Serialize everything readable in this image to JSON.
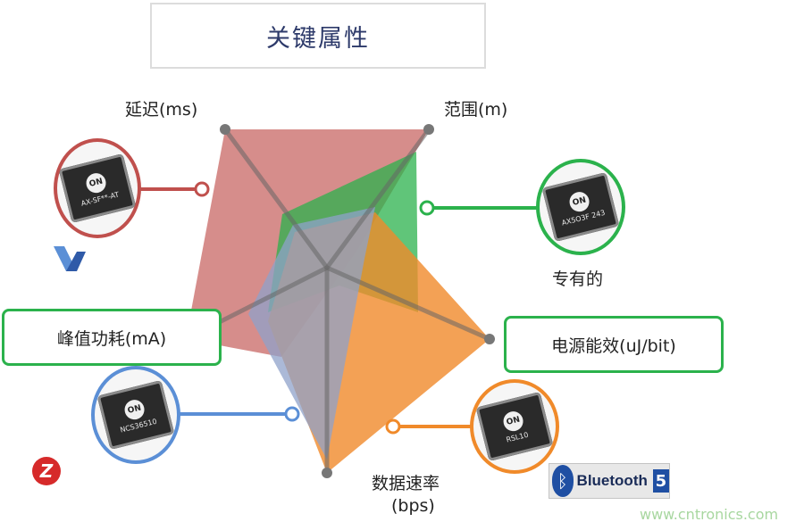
{
  "title": "关键属性",
  "axes": {
    "latency": "延迟(ms)",
    "range": "范围(m)",
    "proprietary": "专有的",
    "power_efficiency": "电源能效(uJ/bit)",
    "data_rate_line1": "数据速率",
    "data_rate_line2": "(bps)",
    "peak_power": "峰值功耗(mA)"
  },
  "chips": {
    "sigfox": "AX-SF**-AT",
    "proprietary": "AX5O3F 243",
    "zigbee": "NCS36510",
    "bluetooth": "RSL10",
    "logo_text": "ON"
  },
  "bluetooth_logo": {
    "text": "Bluetooth",
    "version": "5"
  },
  "zigbee_logo": "Z",
  "watermark": "www.cntronics.com",
  "colors": {
    "sigfox": "#c0504d",
    "proprietary": "#2bb24c",
    "zigbee": "#5b8fd6",
    "bluetooth": "#f08a2a",
    "axis": "#666666"
  }
}
